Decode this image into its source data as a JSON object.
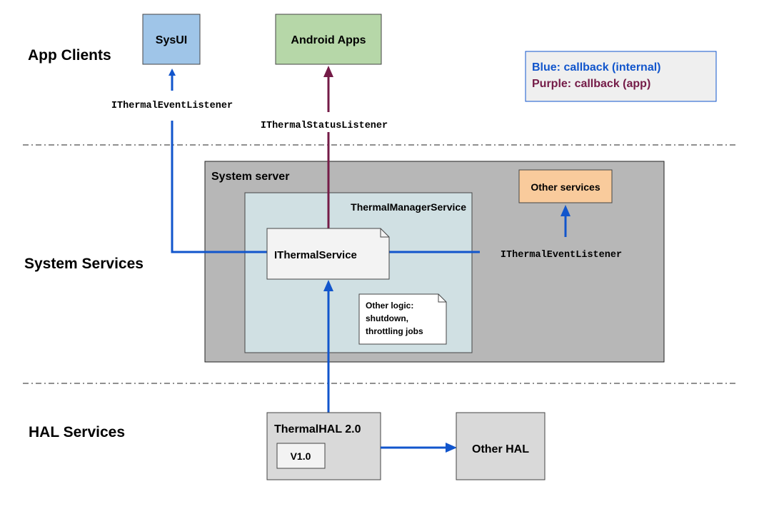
{
  "layers": {
    "app_clients": "App Clients",
    "system_services": "System Services",
    "hal_services": "HAL Services"
  },
  "boxes": {
    "sysui": "SysUI",
    "android_apps": "Android Apps",
    "system_server": "System server",
    "thermal_manager_service": "ThermalManagerService",
    "ithermal_service": "IThermalService",
    "other_services": "Other services",
    "other_logic": [
      "Other logic:",
      "shutdown,",
      "throttling jobs"
    ],
    "thermal_hal": "ThermalHAL 2.0",
    "v1": "V1.0",
    "other_hal": "Other HAL"
  },
  "interfaces": {
    "event_listener_sysui": "IThermalEventListener",
    "status_listener_apps": "IThermalStatusListener",
    "event_listener_services": "IThermalEventListener"
  },
  "legend": {
    "blue": "Blue: callback (internal)",
    "purple": "Purple: callback (app)"
  },
  "colors": {
    "blue_line": "#1155cc",
    "purple_line": "#741b47",
    "sysui_fill": "#9fc5e8",
    "android_fill": "#b6d7a8",
    "other_services_fill": "#f9cb9c",
    "system_server_fill": "#b7b7b7",
    "thermal_manager_fill": "#d0e0e3",
    "hal_fill": "#d9d9d9",
    "legend_fill": "#efefef"
  }
}
